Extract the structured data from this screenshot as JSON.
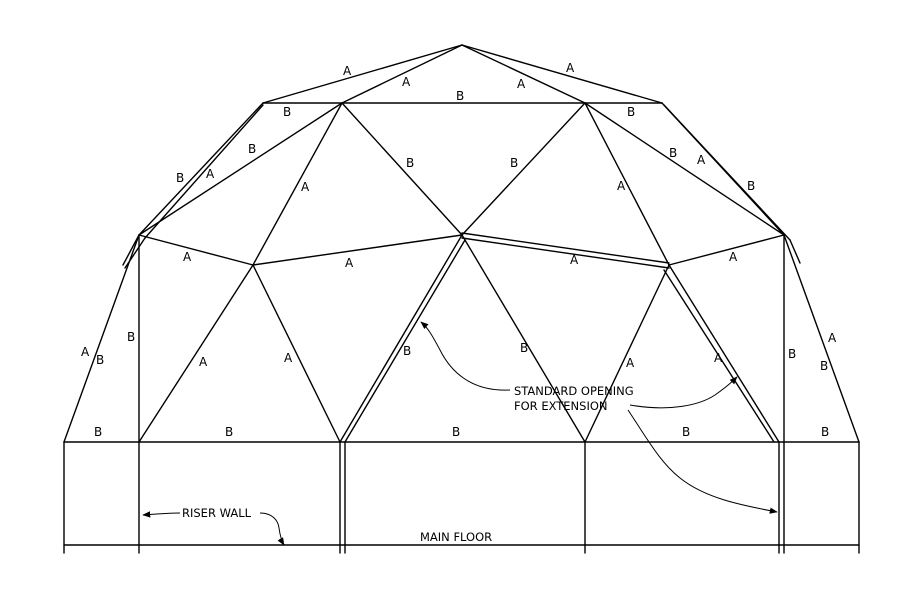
{
  "labels": {
    "strut_a": "A",
    "strut_b": "B"
  },
  "notes": {
    "opening_line1": "STANDARD OPENING",
    "opening_line2": "FOR EXTENSION",
    "riser_wall": "RISER WALL",
    "main_floor": "MAIN FLOOR"
  }
}
